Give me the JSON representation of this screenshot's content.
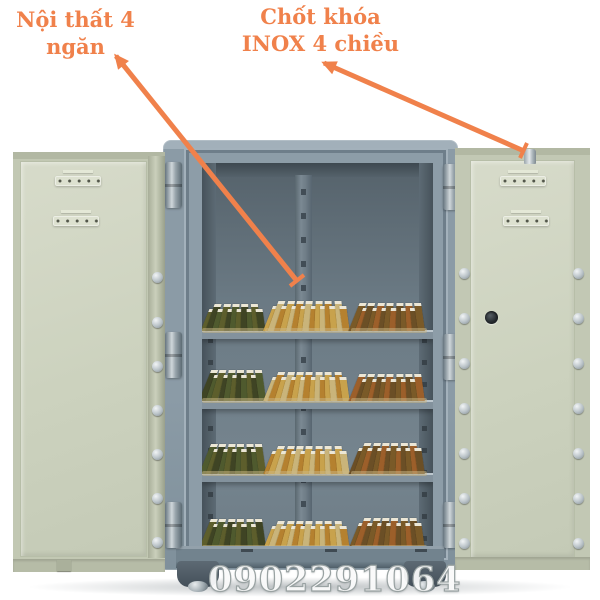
{
  "annotations": {
    "interior": {
      "line1": "Nội thất 4",
      "line2": "ngăn"
    },
    "lock": {
      "line1": "Chốt khóa",
      "line2": "INOX 4 chiều"
    }
  },
  "phone_number": "0902291064",
  "colors": {
    "accent_orange": "#F0814B",
    "door_green": "#CDD2C0",
    "body_grey": "#84949F",
    "interior_grey": "#6B7A84",
    "chrome": "#C8CFD3"
  },
  "money": {
    "palette": [
      "#5d5e2c",
      "#c8a24c",
      "#7a5a28",
      "#3f4424",
      "#c9b47a",
      "#9c5f2a",
      "#4f5a2e",
      "#b5812f",
      "#6b4f26"
    ],
    "edge_color": "#ece7d6"
  }
}
